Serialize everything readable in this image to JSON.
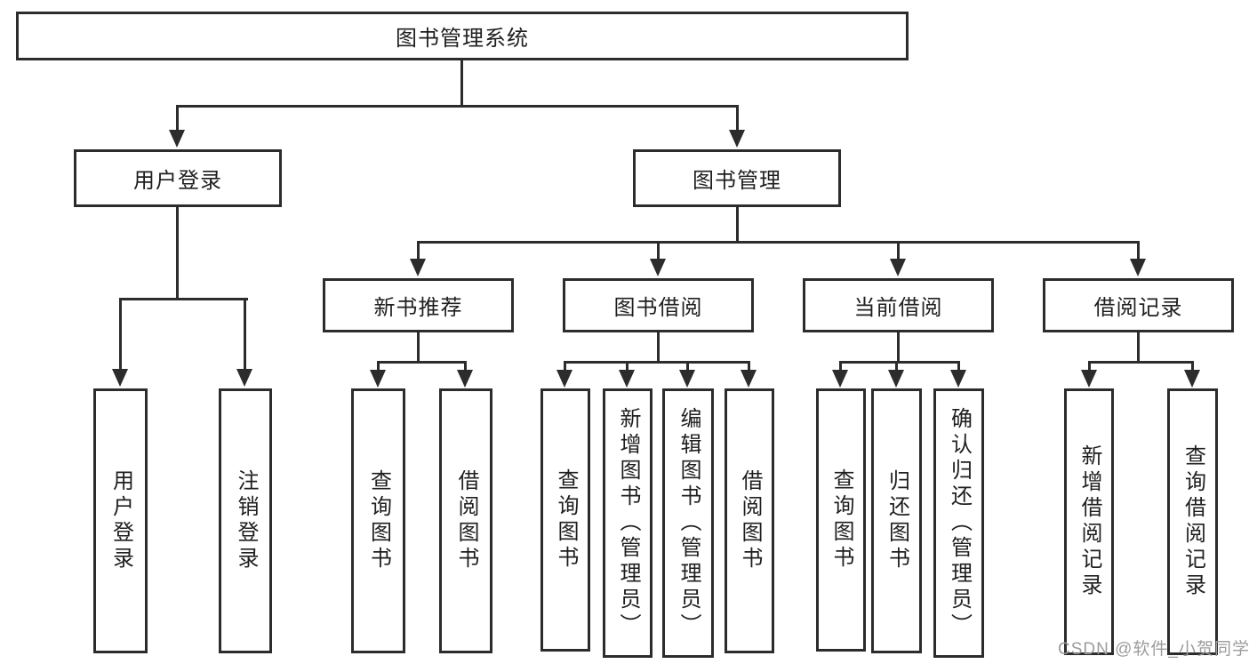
{
  "diagram": {
    "root_label": "图书管理系统",
    "level2": [
      {
        "label": "用户登录",
        "leaves": [
          {
            "label": "用户登录"
          },
          {
            "label": "注销登录"
          }
        ]
      },
      {
        "label": "图书管理",
        "level3": [
          {
            "label": "新书推荐",
            "leaves": [
              {
                "label": "查询图书"
              },
              {
                "label": "借阅图书"
              }
            ]
          },
          {
            "label": "图书借阅",
            "leaves": [
              {
                "label": "查询图书"
              },
              {
                "label": "新增图书（管理员）"
              },
              {
                "label": "编辑图书（管理员）"
              },
              {
                "label": "借阅图书"
              }
            ]
          },
          {
            "label": "当前借阅",
            "leaves": [
              {
                "label": "查询图书"
              },
              {
                "label": "归还图书"
              },
              {
                "label": "确认归还（管理员）"
              }
            ]
          },
          {
            "label": "借阅记录",
            "leaves": [
              {
                "label": "新增借阅记录"
              },
              {
                "label": "查询借阅记录"
              }
            ]
          }
        ]
      }
    ]
  },
  "watermark": {
    "text": "CSDN @软件_小贺同学"
  },
  "colors": {
    "line": "#2c2c2c",
    "text": "#1f1f1f",
    "wm": "#9c9c9c",
    "bg": "#ffffff"
  }
}
